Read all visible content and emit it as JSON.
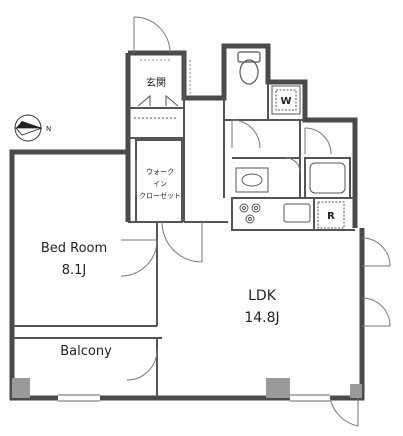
{
  "compass": {
    "north_label": "N"
  },
  "rooms": {
    "entrance": "玄関",
    "wic_line1": "ウォーク",
    "wic_line2": "イン",
    "wic_line3": "クローゼット",
    "bedroom_name": "Bed Room",
    "bedroom_size": "8.1J",
    "ldk_name": "LDK",
    "ldk_size": "14.8J",
    "balcony": "Balcony"
  },
  "fixtures": {
    "washer_mark": "W",
    "fridge_mark": "R"
  },
  "colors": {
    "wall": "#4d4d4d",
    "wall_dark": "#3a3a3a",
    "line": "#555555",
    "pillar": "#9a9a9a",
    "door_arc": "#777777"
  }
}
